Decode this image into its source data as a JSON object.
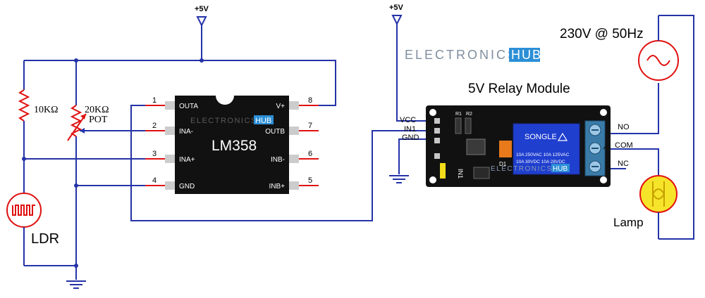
{
  "supply": {
    "left": "+5V",
    "right": "+5V"
  },
  "components": {
    "r1": "10KΩ",
    "pot_value": "20KΩ",
    "pot_type": "POT",
    "ldr": "LDR",
    "ic_name": "LM358",
    "ic_pins_left": [
      {
        "num": "1",
        "name": "OUTA"
      },
      {
        "num": "2",
        "name": "INA-"
      },
      {
        "num": "3",
        "name": "INA+"
      },
      {
        "num": "4",
        "name": "GND"
      }
    ],
    "ic_pins_right": [
      {
        "num": "8",
        "name": "V+"
      },
      {
        "num": "7",
        "name": "OUTB"
      },
      {
        "num": "6",
        "name": "INB-"
      },
      {
        "num": "5",
        "name": "INB+"
      }
    ]
  },
  "watermark": {
    "text": "ELECTRONICS",
    "accent": "HUB"
  },
  "relay_module": {
    "title": "5V Relay Module",
    "inputs": [
      "VCC",
      "IN1",
      "GND"
    ],
    "outputs": [
      "NO",
      "COM",
      "NC"
    ],
    "brand": "SONGLE",
    "spec1": "10A   250VAC   10A 125VAC",
    "spec2": "10A   30VDC   10A 28VDC",
    "r1": "R1",
    "r2": "R2",
    "d1": "D1",
    "in1": "IN1"
  },
  "mains": "230V @ 50Hz",
  "lamp": "Lamp",
  "colors": {
    "wire": "#2433a8",
    "component": "#e01010",
    "ic_body": "#111111",
    "relay_blue": "#1f3fcf",
    "lamp_fill": "#f6e42a",
    "hub_accent": "#2c8fd6"
  }
}
